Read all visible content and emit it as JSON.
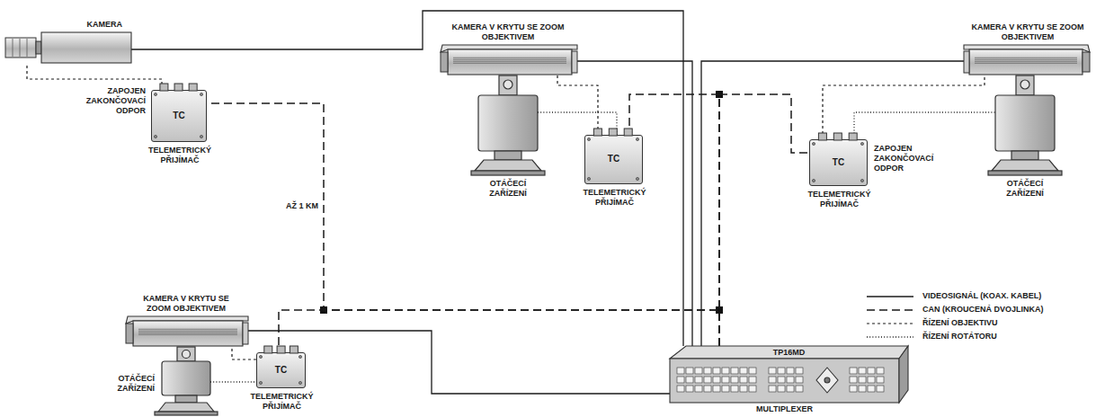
{
  "diagram": {
    "nodes": [
      {
        "text": [
          "KAMERA"
        ]
      },
      {
        "text": [
          "TC",
          "TELEMETRICKÝ PŘIJÍMAČ"
        ]
      },
      {
        "text": [
          "KAMERA V KRYTU SE ZOOM OBJEKTIVEM"
        ]
      },
      {
        "text": [
          "TC",
          "TELEMETRICKÝ PŘIJÍMAČ"
        ]
      },
      {
        "text": [
          "KAMERA V KRYTU SE ZOOM OBJEKTIVEM"
        ]
      },
      {
        "text": [
          "TC",
          "TELEMETRICKÝ PŘIJÍMAČ"
        ]
      },
      {
        "text": [
          "KAMERA V KRYTU SE ZOOM OBJEKTIVEM"
        ]
      },
      {
        "text": [
          "TC",
          "TELEMETRICKÝ PŘIJÍMAČ"
        ]
      },
      {
        "text": [
          "TP16MD",
          "MULTIPLEXER"
        ]
      }
    ],
    "edges": [
      {
        "from": 0,
        "to": 8,
        "arrow": "none"
      },
      {
        "from": 2,
        "to": 8,
        "arrow": "none"
      },
      {
        "from": 4,
        "to": 8,
        "arrow": "none"
      },
      {
        "from": 6,
        "to": 8,
        "arrow": "none"
      },
      {
        "from": 8,
        "to": 1,
        "arrow": "none"
      },
      {
        "from": 8,
        "to": 3,
        "arrow": "none"
      },
      {
        "from": 8,
        "to": 5,
        "arrow": "none"
      },
      {
        "from": 8,
        "to": 7,
        "arrow": "none"
      },
      {
        "from": 1,
        "to": 0,
        "arrow": "none"
      },
      {
        "from": 3,
        "to": 2,
        "arrow": "none"
      },
      {
        "from": 5,
        "to": 4,
        "arrow": "none"
      },
      {
        "from": 7,
        "to": 6,
        "arrow": "none"
      }
    ],
    "labels": [
      "ZAPOJEN ZAKONČOVACÍ ODPOR",
      "AŽ 1 KM",
      "ZAPOJEN ZAKONČOVACÍ ODPOR",
      "OTÁČECÍ ZAŘÍZENÍ",
      "OTÁČECÍ ZAŘÍZENÍ",
      "OTÁČECÍ ZAŘÍZENÍ"
    ],
    "legend": [
      {
        "text": "VIDEOSIGNÁL (KOAX. KABEL)"
      },
      {
        "text": "CAN (KROUCENÁ DVOJLINKA)"
      },
      {
        "text": "ŘÍZENÍ OBJEKTIVU"
      },
      {
        "text": "ŘÍZENÍ ROTÁTORU"
      }
    ]
  }
}
